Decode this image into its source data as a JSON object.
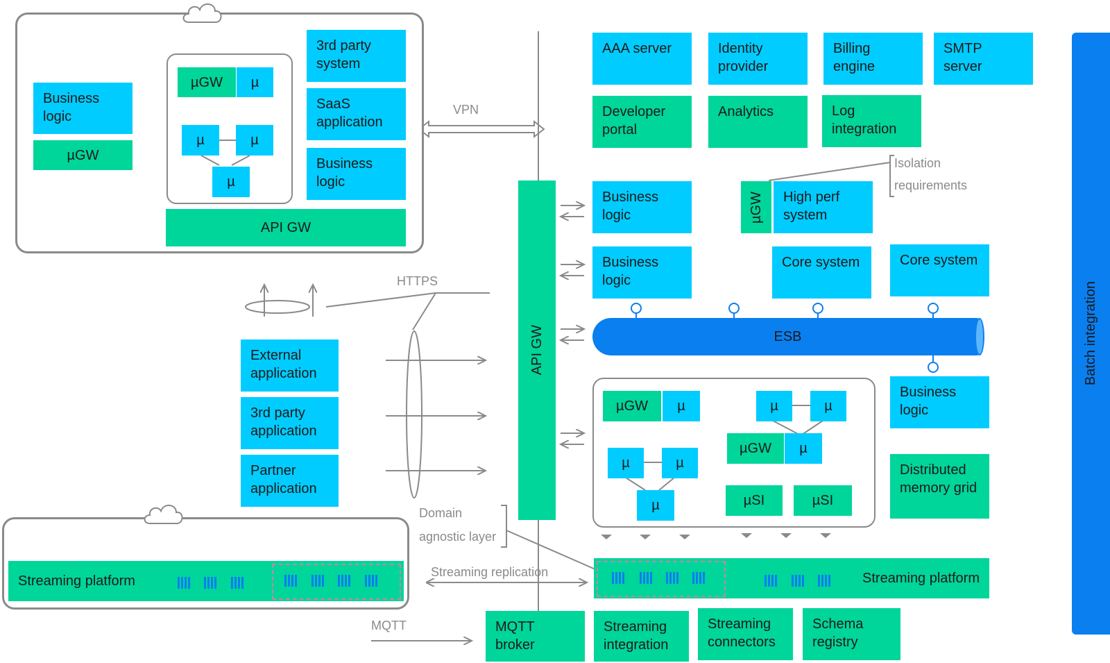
{
  "top_frame": {
    "business_logic": "Business logic",
    "ugw": "µGW",
    "inner_ugw": "µGW",
    "mu": "µ",
    "third_party_system": "3rd party system",
    "saas_application": "SaaS application",
    "business_logic_2": "Business logic",
    "api_gw": "API GW"
  },
  "labels": {
    "vpn": "VPN",
    "https": "HTTPS",
    "isolation_1": "Isolation",
    "isolation_2": "requirements",
    "domain_1": "Domain",
    "domain_2": "agnostic layer",
    "streaming_replication": "Streaming replication",
    "mqtt": "MQTT"
  },
  "apps": {
    "external": "External application",
    "third_party": "3rd party application",
    "partner": "Partner application"
  },
  "api_gw_vertical": "API GW",
  "services": {
    "aaa": "AAA server",
    "identity": "Identity provider",
    "billing": "Billing engine",
    "smtp": "SMTP server",
    "developer_portal": "Developer portal",
    "analytics": "Analytics",
    "log_integration": "Log integration"
  },
  "middle": {
    "business_logic_a": "Business logic",
    "business_logic_b": "Business logic",
    "ugw_vertical": "µGW",
    "high_perf": "High perf system",
    "core_system_1": "Core system",
    "core_system_2": "Core system",
    "esb": "ESB",
    "business_logic_c": "Business logic",
    "distributed_memory": "Distributed memory grid"
  },
  "micro": {
    "ugw": "µGW",
    "mu": "µ",
    "usi": "µSI"
  },
  "streaming": {
    "left_platform": "Streaming platform",
    "right_platform": "Streaming platform"
  },
  "bottom": {
    "mqtt_broker": "MQTT broker",
    "streaming_integration": "Streaming integration",
    "streaming_connectors": "Streaming connectors",
    "schema_registry": "Schema registry"
  },
  "batch_integration": "Batch integration",
  "colors": {
    "blue": "#00ccff",
    "green": "#00d59a",
    "esb_blue": "#0a7ff0",
    "frame_gray": "#8a8a8a"
  }
}
